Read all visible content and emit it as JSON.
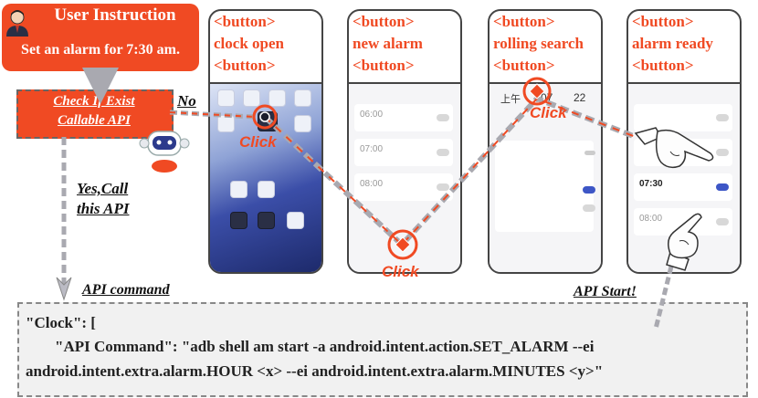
{
  "instruction": {
    "title": "User Instruction",
    "text": "Set an alarm for 7:30 am."
  },
  "check": {
    "line1": "Check If Exist",
    "line2": "Callable API",
    "no_label": "No",
    "yes_line1": "Yes,Call",
    "yes_line2": "this API"
  },
  "phones": [
    {
      "line1": "<button>",
      "line2": "clock open",
      "line3": "<button>"
    },
    {
      "line1": "<button>",
      "line2": "new alarm",
      "line3": "<button>"
    },
    {
      "line1": "<button>",
      "line2": "rolling search",
      "line3": "<button>"
    },
    {
      "line1": "<button>",
      "line2": "alarm ready",
      "line3": "<button>"
    }
  ],
  "clicks": [
    "Click",
    "Click",
    "Click"
  ],
  "alarms": [
    "06:00",
    "07:00",
    "08:00"
  ],
  "picker": {
    "ampm": "上午",
    "hour": "07",
    "minute": "22"
  },
  "ready_alarms": [
    "07:30",
    "08:00"
  ],
  "api_command_label": "API command",
  "api_start_label": "API Start!",
  "code": {
    "line1": "\"Clock\": [",
    "line2": "\"API Command\": \"adb shell am start -a android.intent.action.SET_ALARM --ei",
    "line3": "android.intent.extra.alarm.HOUR <x> --ei android.intent.extra.alarm.MINUTES <y>\""
  },
  "colors": {
    "accent": "#f04a23",
    "arrow": "#a9a9b0",
    "toggle_on": "#3d56c6"
  },
  "icons": [
    "user-icon",
    "robot-icon",
    "pointing-hand-icon"
  ]
}
